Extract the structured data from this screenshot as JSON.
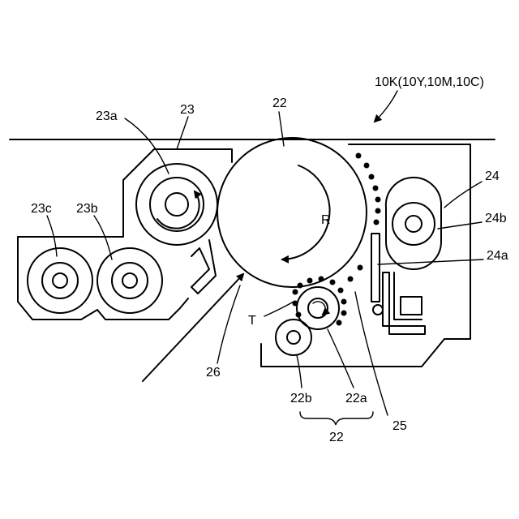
{
  "labels": {
    "assembly": "10K(10Y,10M,10C)",
    "drum": "22",
    "rotation": "R",
    "charger": "23",
    "charger_roller": "23a",
    "charger_roller_b": "23b",
    "charger_roller_c": "23c",
    "cleaner": "24",
    "cleaner_roller": "24b",
    "cleaner_blade": "24a",
    "developer_sleeve": "22a",
    "developer_roller": "22b",
    "developer_group": "22",
    "toner": "T",
    "exposure": "26",
    "housing": "25"
  }
}
